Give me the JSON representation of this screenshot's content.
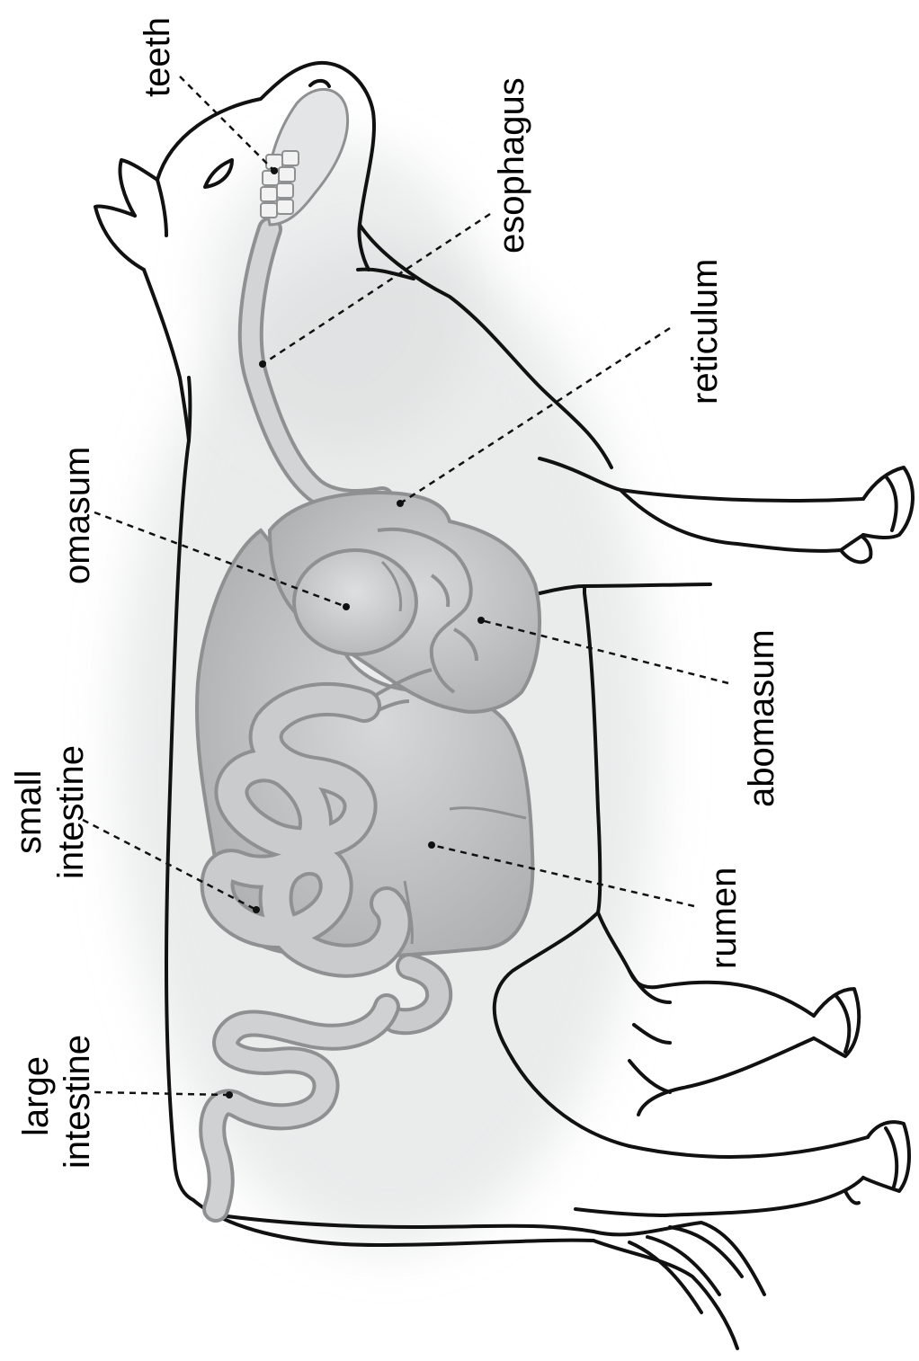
{
  "labels": {
    "teeth": "teeth",
    "esophagus": "esophagus",
    "reticulum": "reticulum",
    "omasum": "omasum",
    "abomasum": "abomasum",
    "small_intestine": [
      "small",
      "intestine"
    ],
    "rumen": "rumen",
    "large_intestine": [
      "large",
      "intestine"
    ]
  },
  "colors": {
    "outline": "#111111",
    "organ_fill": "#c2c4c6",
    "organ_stroke": "#8e9092",
    "shadow": "#cfd1d3",
    "leader": "#111111"
  }
}
